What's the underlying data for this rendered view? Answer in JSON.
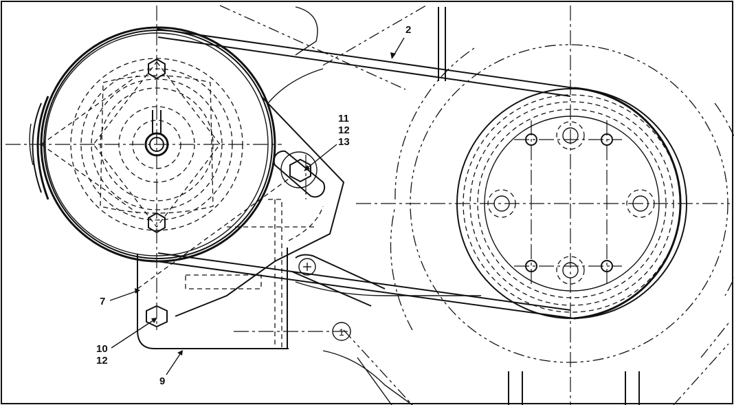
{
  "callouts": {
    "item_1": "1",
    "item_2": "2",
    "item_7": "7",
    "item_9": "9",
    "item_10_12": [
      "10",
      "12"
    ],
    "item_11_12_13": [
      "11",
      "12",
      "13"
    ]
  }
}
